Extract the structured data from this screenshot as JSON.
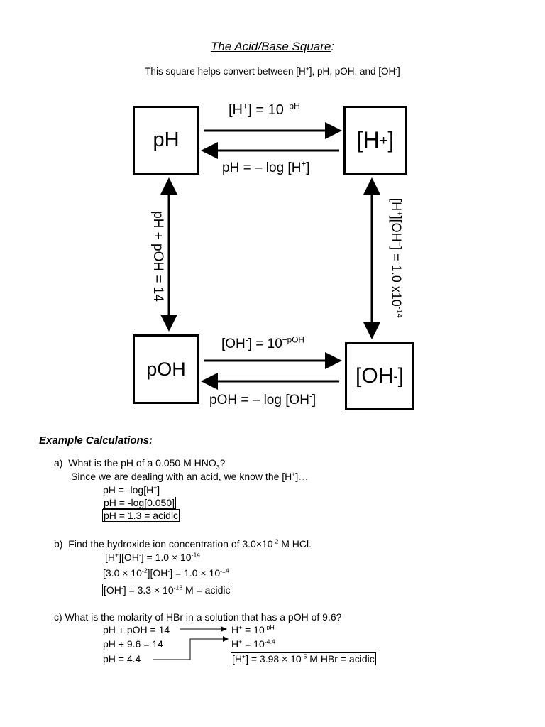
{
  "title": {
    "main": "The Acid/Base Square",
    "colon": ":",
    "subtitle": "This square helps convert between [H+], pH, pOH, and [OH-]"
  },
  "square": {
    "ph_box": "pH",
    "h_box": "[H+]",
    "poh_box": "pOH",
    "oh_box": "[OH-]",
    "top_right_eq": "[H+] = 10−pH",
    "top_left_eq": "pH = – log [H+]",
    "bottom_right_eq": "[OH-] = 10−pOH",
    "bottom_left_eq": "pOH = – log [OH-]",
    "left_vertical_eq": "pH + pOH = 14",
    "right_vertical_eq": "[H+][OH−] = 1.0 x10-14"
  },
  "examples": {
    "heading": "Example Calculations:",
    "a": {
      "question": "a)  What is the pH of a 0.050 M HNO3?",
      "intro": "Since we are dealing with an acid, we know the [H+]…",
      "step1": "pH = -log[H+]",
      "step2": "pH = -log[0.050]",
      "answer": "pH = 1.3 = acidic"
    },
    "b": {
      "question": "b)  Find the hydroxide ion concentration of 3.0×10-2 M HCl.",
      "step1": "[H+][OH-] = 1.0 × 10-14",
      "step2": "[3.0 × 10-2][OH-] = 1.0 × 10-14",
      "answer": "[OH-] = 3.3 × 10-13 M = acidic"
    },
    "c": {
      "question": "c)  What is the molarity of HBr in a solution that has a pOH of 9.6?",
      "left1": "pH + pOH = 14",
      "left2": "pH + 9.6 = 14",
      "left3": "pH = 4.4",
      "right1": "H+ = 10-pH",
      "right2": "H+ = 10-4.4",
      "answer": "[H+] = 3.98 × 10-5 M HBr = acidic"
    }
  }
}
